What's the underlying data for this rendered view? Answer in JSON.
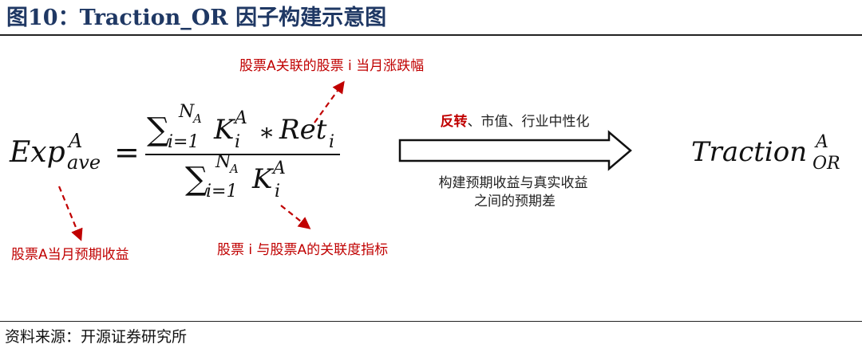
{
  "header": {
    "title": "图10：Traction_OR 因子构建示意图"
  },
  "annotations": {
    "top": "股票A关联的股票 i 当月涨跌幅",
    "left": "股票A当月预期收益",
    "bottom": "股票 i 与股票A的关联度指标"
  },
  "formula": {
    "lhs": {
      "base": "Exp",
      "sup": "A",
      "sub": "ave"
    },
    "equals": "=",
    "numerator": {
      "sigma": "∑",
      "sigma_sup": "N",
      "sigma_sup_sub": "A",
      "sigma_sub": "i=1",
      "k": "K",
      "k_sup": "A",
      "k_sub": "i",
      "times": "∗",
      "ret": "Ret",
      "ret_sub": "i"
    },
    "denominator": {
      "sigma": "∑",
      "sigma_sup": "N",
      "sigma_sup_sub": "A",
      "sigma_sub": "i=1",
      "k": "K",
      "k_sup": "A",
      "k_sub": "i"
    }
  },
  "arrow_notes": {
    "above_bold": "反转",
    "above_rest": "、市值、行业中性化",
    "below_line1": "构建预期收益与真实收益",
    "below_line2": "之间的预期差"
  },
  "result": {
    "base": "Traction",
    "sup": "A",
    "sub": "OR"
  },
  "footer": {
    "source": "资料来源：开源证券研究所"
  }
}
